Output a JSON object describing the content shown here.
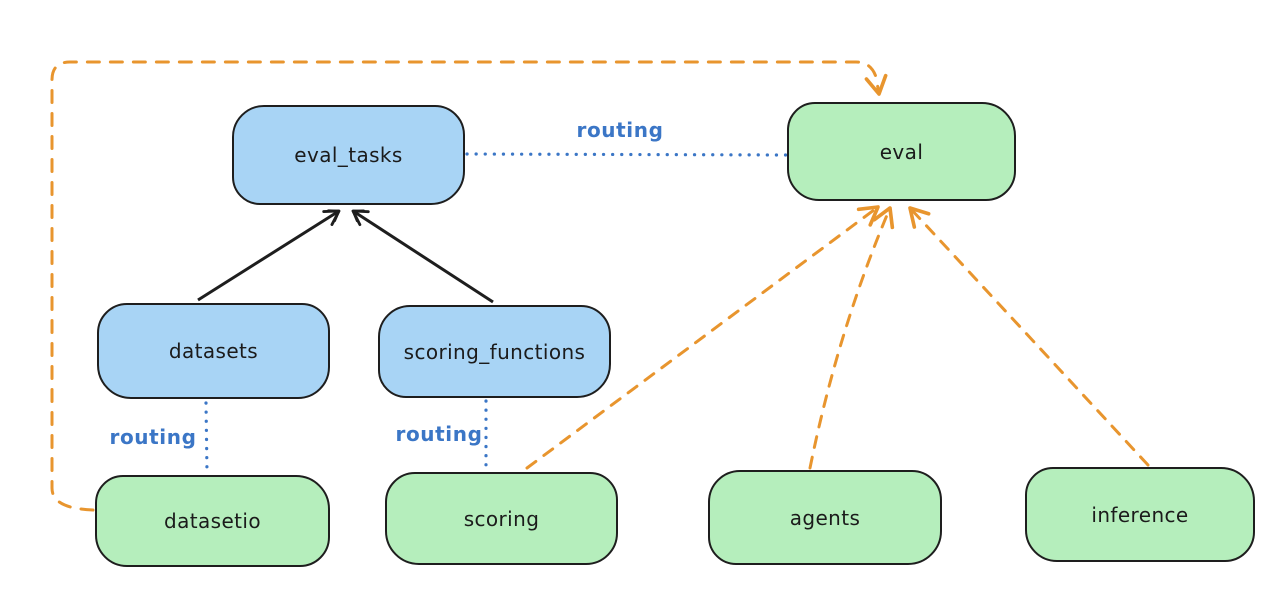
{
  "diagram": {
    "colors": {
      "blue_fill": "#a8d4f5",
      "green_fill": "#b5eebc",
      "stroke": "#1e1e1e",
      "routing_blue": "#3b76c6",
      "orange": "#e8952e",
      "black_arrow": "#1e1e1e",
      "background": "#ffffff"
    },
    "nodes": [
      {
        "id": "eval_tasks",
        "label": "eval_tasks",
        "fill": "blue"
      },
      {
        "id": "eval",
        "label": "eval",
        "fill": "green"
      },
      {
        "id": "datasets",
        "label": "datasets",
        "fill": "blue"
      },
      {
        "id": "scoring_functions",
        "label": "scoring_functions",
        "fill": "blue"
      },
      {
        "id": "datasetio",
        "label": "datasetio",
        "fill": "green"
      },
      {
        "id": "scoring",
        "label": "scoring",
        "fill": "green"
      },
      {
        "id": "agents",
        "label": "agents",
        "fill": "green"
      },
      {
        "id": "inference",
        "label": "inference",
        "fill": "green"
      }
    ],
    "edge_labels": [
      {
        "id": "routing-top",
        "text": "routing"
      },
      {
        "id": "routing-left",
        "text": "routing"
      },
      {
        "id": "routing-mid",
        "text": "routing"
      }
    ],
    "edges": [
      {
        "from": "datasets",
        "to": "eval_tasks",
        "style": "solid-arrow",
        "color": "black"
      },
      {
        "from": "scoring_functions",
        "to": "eval_tasks",
        "style": "solid-arrow",
        "color": "black"
      },
      {
        "from": "eval_tasks",
        "to": "eval",
        "style": "dotted-line",
        "color": "blue",
        "label": "routing"
      },
      {
        "from": "datasets",
        "to": "datasetio",
        "style": "dotted-line",
        "color": "blue",
        "label": "routing"
      },
      {
        "from": "scoring_functions",
        "to": "scoring",
        "style": "dotted-line",
        "color": "blue",
        "label": "routing"
      },
      {
        "from": "scoring",
        "to": "eval",
        "style": "dashed-arrow",
        "color": "orange"
      },
      {
        "from": "agents",
        "to": "eval",
        "style": "dashed-arrow",
        "color": "orange"
      },
      {
        "from": "inference",
        "to": "eval",
        "style": "dashed-arrow",
        "color": "orange"
      },
      {
        "from": "datasetio",
        "to": "eval",
        "style": "dashed-arrow",
        "color": "orange",
        "route": "around-left-and-top"
      }
    ]
  }
}
